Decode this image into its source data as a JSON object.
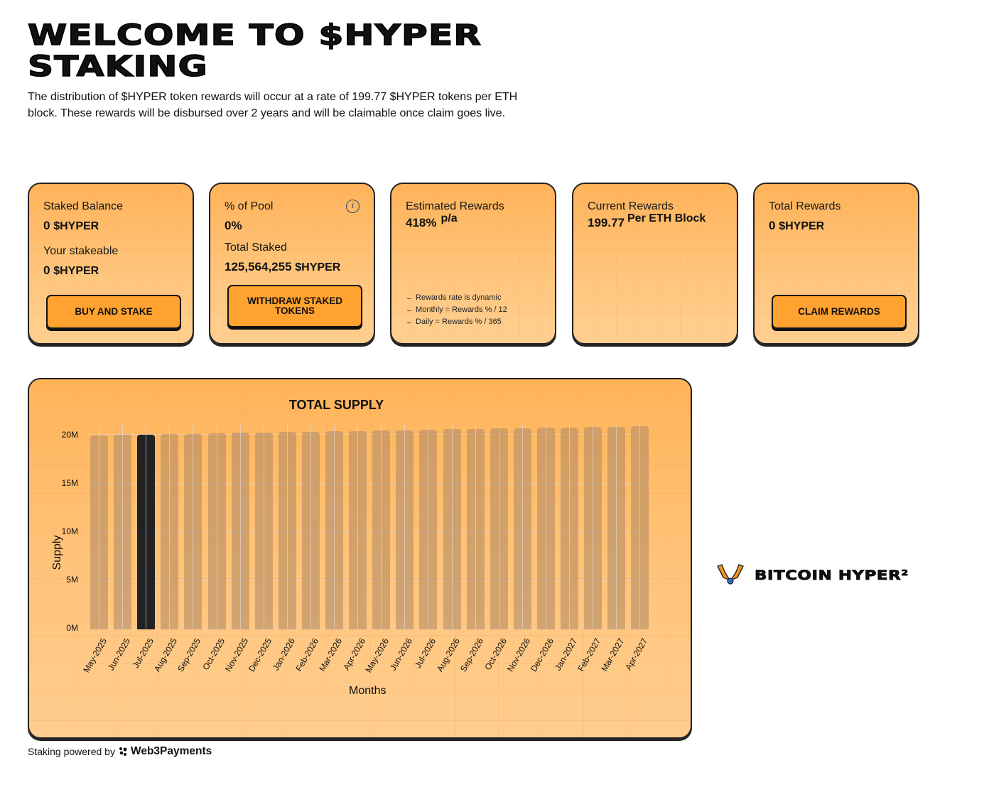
{
  "header": {
    "title_line1": "WELCOME TO $HYPER",
    "title_line2": "STAKING",
    "intro": "The distribution of $HYPER token rewards will occur at a rate of 199.77 $HYPER tokens per ETH block. These rewards will be disbursed over 2 years and will be claimable once claim goes live."
  },
  "cards": {
    "staked": {
      "label": "Staked Balance",
      "value": "0",
      "unit": "$HYPER",
      "stakeable_label": "Your stakeable",
      "stakeable_value": "0",
      "stakeable_unit": "$HYPER",
      "button": "BUY AND STAKE"
    },
    "pool": {
      "label": "% of Pool",
      "value": "0%",
      "info_icon": "i",
      "total_label": "Total Staked",
      "total_value": "125,564,255",
      "total_unit": "$HYPER",
      "button": "WITHDRAW STAKED TOKENS"
    },
    "estimated": {
      "label": "Estimated Rewards",
      "value": "418%",
      "suffix": "p/a",
      "notes": [
        "← Rewards rate is dynamic",
        "← Monthly = Rewards % / 12",
        "← Daily = Rewards % / 365"
      ]
    },
    "current": {
      "label": "Current Rewards",
      "value": "199.77",
      "suffix": "Per ETH Block"
    },
    "total": {
      "label": "Total Rewards",
      "value": "0",
      "unit": "$HYPER",
      "button": "CLAIM REWARDS"
    }
  },
  "brand": {
    "name": "BITCOIN HYPER²"
  },
  "footer": {
    "text": "Staking powered by",
    "provider": "Web3Payments"
  },
  "colors": {
    "card_bg": "#ffbb68",
    "button": "#ffa22f",
    "highlight_bar": "#222222",
    "bar": "#c9a070"
  },
  "chart_data": {
    "type": "bar",
    "title": "TOTAL SUPPLY",
    "xlabel": "Months",
    "ylabel": "Supply",
    "ylim": [
      0,
      20000000
    ],
    "yticks": [
      "0M",
      "5M",
      "10M",
      "15M",
      "20M"
    ],
    "categories": [
      "May-2025",
      "Jun-2025",
      "Jul-2025",
      "Aug-2025",
      "Sep-2025",
      "Oct-2025",
      "Nov-2025",
      "Dec-2025",
      "Jan-2026",
      "Feb-2026",
      "Mar-2026",
      "Apr-2026",
      "May-2026",
      "Jun-2026",
      "Jul-2026",
      "Aug-2026",
      "Sep-2026",
      "Oct-2026",
      "Nov-2026",
      "Dec-2026",
      "Jan-2027",
      "Feb-2027",
      "Mar-2027",
      "Apr-2027"
    ],
    "values": [
      19950000,
      19990000,
      20030000,
      20070000,
      20110000,
      20150000,
      20190000,
      20230000,
      20270000,
      20310000,
      20350000,
      20390000,
      20430000,
      20470000,
      20510000,
      20550000,
      20590000,
      20630000,
      20670000,
      20710000,
      20750000,
      20790000,
      20830000,
      20870000
    ],
    "highlighted_index": 2,
    "grid": true
  }
}
